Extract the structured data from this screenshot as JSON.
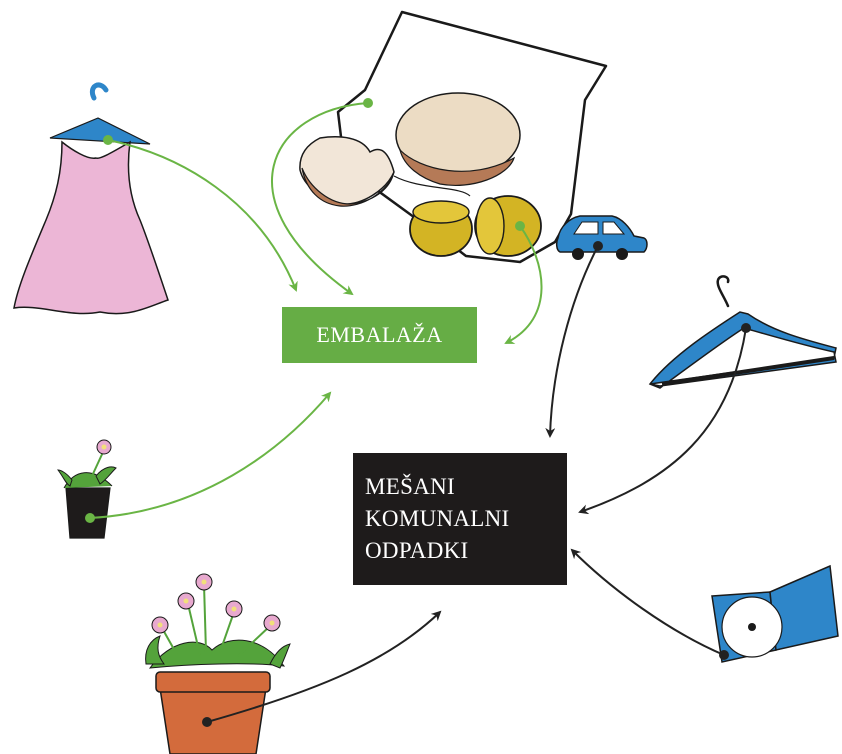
{
  "boxes": {
    "packaging": {
      "label": "EMBALAŽA",
      "color": "#66ad45"
    },
    "mixed_waste": {
      "lines": [
        "MEŠANI",
        "KOMUNALNI",
        "ODPADKI"
      ],
      "color": "#1e1b1b"
    }
  },
  "items": [
    {
      "name": "pink-dress",
      "destination": "EMBALAŽA"
    },
    {
      "name": "paper-sheet",
      "destination": "EMBALAŽA"
    },
    {
      "name": "yellow-capsule",
      "destination": "EMBALAŽA"
    },
    {
      "name": "potted-plant-small",
      "destination": "EMBALAŽA"
    },
    {
      "name": "toy-car",
      "destination": "MEŠANI KOMUNALNI ODPADKI"
    },
    {
      "name": "clothes-hanger",
      "destination": "MEŠANI KOMUNALNI ODPADKI"
    },
    {
      "name": "cd-case",
      "destination": "MEŠANI KOMUNALNI ODPADKI"
    },
    {
      "name": "flower-pot",
      "destination": "MEŠANI KOMUNALNI ODPADKI"
    }
  ],
  "colors": {
    "green_arrow": "#6ab545",
    "black_arrow": "#222222",
    "blue_objects": "#2e86c9",
    "dress_pink": "#ecb6d6"
  }
}
